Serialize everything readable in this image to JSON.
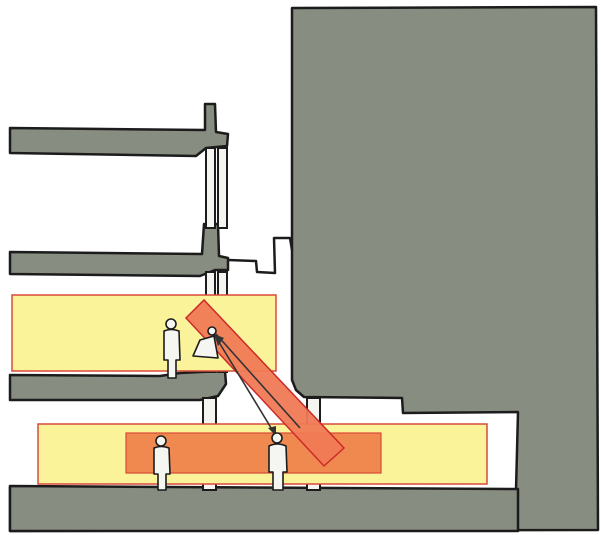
{
  "figure": {
    "background": "#ffffff",
    "palette": {
      "mass": "#878d80",
      "outline": "#1c1c1c",
      "zone_fill": "#fbf39a",
      "zone_stroke": "#d84a3a",
      "highlight": "#f0894f",
      "ramp_fill": "#f07a55",
      "ramp_stroke": "#cc2a2a",
      "column": "#f4f4f0",
      "figure_fill": "#f5f5f2"
    },
    "elements": {
      "upper_floors": "floor-slab",
      "upper_zone": "occupied-zone",
      "lower_zone": "occupied-zone",
      "stair": "diagonal-connection",
      "people": "person-icon"
    }
  }
}
